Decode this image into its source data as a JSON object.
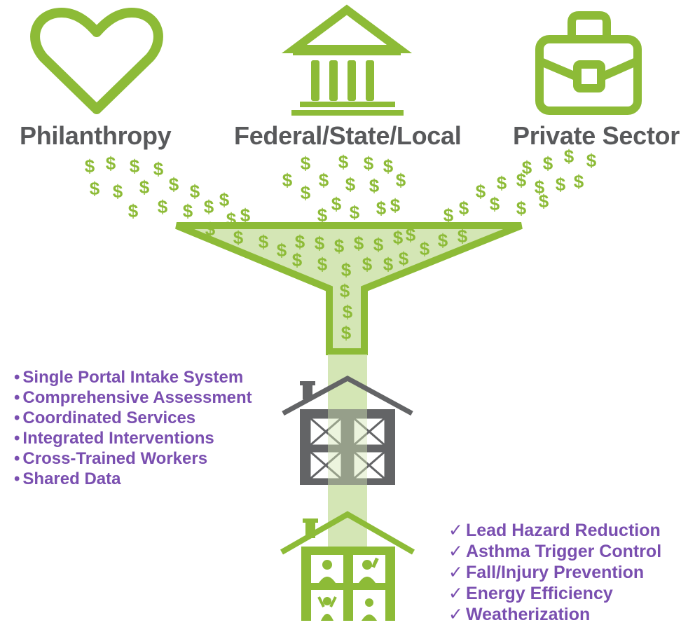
{
  "sources": [
    {
      "label": "Philanthropy",
      "icon": "heart-icon"
    },
    {
      "label": "Federal/State/Local",
      "icon": "government-building-icon"
    },
    {
      "label": "Private Sector",
      "icon": "briefcase-icon"
    }
  ],
  "money_symbol": "$",
  "integration_features": {
    "bullet": "•",
    "items": [
      "Single Portal Intake System",
      "Comprehensive Assessment",
      "Coordinated Services",
      "Integrated Interventions",
      "Cross-Trained Workers",
      "Shared Data"
    ]
  },
  "outcomes": {
    "check": "✓",
    "items": [
      "Lead Hazard Reduction",
      "Asthma Trigger Control",
      "Fall/Injury Prevention",
      "Energy Efficiency",
      "Weatherization"
    ]
  },
  "colors": {
    "green": "#8dbb37",
    "green_fill": "#d4e6b5",
    "gray": "#636466",
    "label_gray": "#58595b",
    "purple": "#7a4fb0"
  }
}
